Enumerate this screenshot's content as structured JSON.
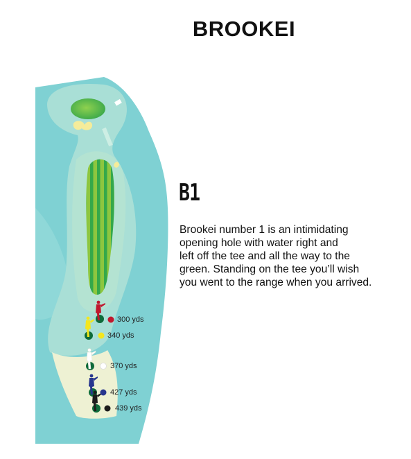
{
  "course": {
    "title": "BROOKEI"
  },
  "hole": {
    "number": "B1",
    "description_lines": [
      "Brookei number 1 is an intimidating",
      "opening hole with water right and",
      "left off the tee and all the way to the",
      "green.  Standing on the tee you’ll wish",
      "you went to the range when you arrived."
    ]
  },
  "tees": [
    {
      "label": "300 yds",
      "color": "#c0182e"
    },
    {
      "label": "340 yds",
      "color": "#f4e61e"
    },
    {
      "label": "370 yds",
      "color": "#ffffff"
    },
    {
      "label": "427 yds",
      "color": "#27368e"
    },
    {
      "label": "439 yds",
      "color": "#1c1c1c"
    }
  ],
  "colors": {
    "water": "#7fd1d3",
    "rough": "#aee2d8",
    "fairway_light": "#8dc63f",
    "fairway_dark": "#3aa84a",
    "green": "#5cb84a",
    "sand": "#f5ec9a",
    "tee_box": "#f1f3d8",
    "tee_marker": "#0e6b3a"
  }
}
